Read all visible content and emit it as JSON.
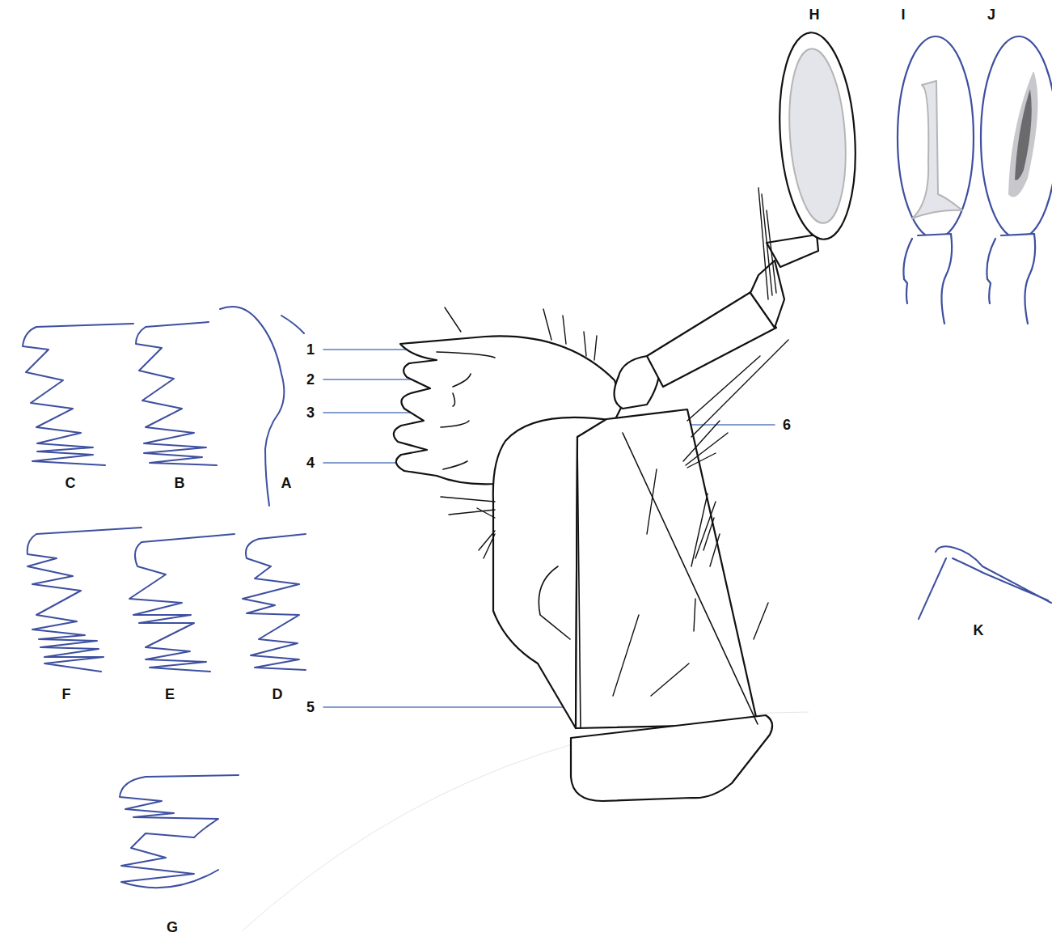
{
  "diagram": {
    "labels": [
      "H",
      "I",
      "J",
      "1",
      "2",
      "3",
      "4",
      "6",
      "C",
      "B",
      "A",
      "F",
      "E",
      "D",
      "5",
      "G",
      "K"
    ]
  }
}
